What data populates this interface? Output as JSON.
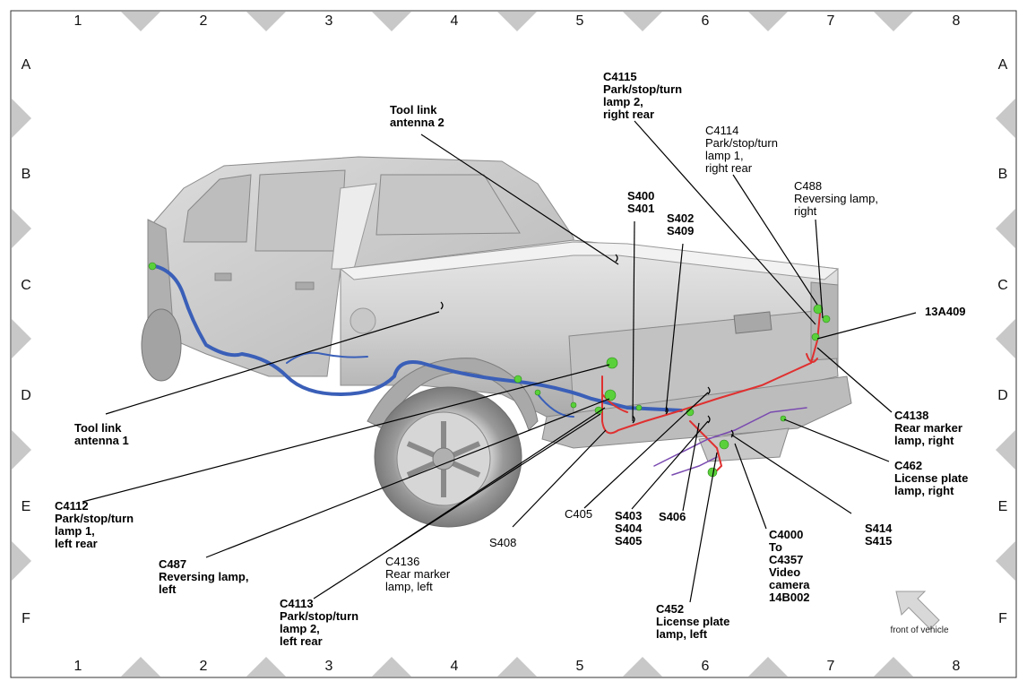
{
  "grid": {
    "columns": [
      "1",
      "2",
      "3",
      "4",
      "5",
      "6",
      "7",
      "8"
    ],
    "rows": [
      "A",
      "B",
      "C",
      "D",
      "E",
      "F"
    ]
  },
  "callouts": [
    {
      "id": "c4115",
      "lines": [
        "C4115",
        "Park/stop/turn",
        "lamp 2,",
        "right rear"
      ]
    },
    {
      "id": "toollink2",
      "lines": [
        "Tool link",
        "antenna 2"
      ]
    },
    {
      "id": "c4114",
      "lines": [
        "C4114",
        "Park/stop/turn",
        "lamp 1,",
        "right rear"
      ]
    },
    {
      "id": "c488",
      "lines": [
        "C488",
        "Reversing lamp,",
        "right"
      ]
    },
    {
      "id": "s400",
      "lines": [
        "S400",
        "S401"
      ]
    },
    {
      "id": "s402",
      "lines": [
        "S402",
        "S409"
      ]
    },
    {
      "id": "13a409",
      "lines": [
        "13A409"
      ]
    },
    {
      "id": "toollink1",
      "lines": [
        "Tool link",
        "antenna 1"
      ]
    },
    {
      "id": "c4138",
      "lines": [
        "C4138",
        "Rear marker",
        "lamp, right"
      ]
    },
    {
      "id": "c462",
      "lines": [
        "C462",
        "License plate",
        "lamp, right"
      ]
    },
    {
      "id": "c4112",
      "lines": [
        "C4112",
        "Park/stop/turn",
        "lamp 1,",
        "left rear"
      ]
    },
    {
      "id": "c405",
      "lines": [
        "C405"
      ]
    },
    {
      "id": "s403",
      "lines": [
        "S403",
        "S404",
        "S405"
      ]
    },
    {
      "id": "s406",
      "lines": [
        "S406"
      ]
    },
    {
      "id": "s414",
      "lines": [
        "S414",
        "S415"
      ]
    },
    {
      "id": "s408",
      "lines": [
        "S408"
      ]
    },
    {
      "id": "c487",
      "lines": [
        "C487",
        "Reversing lamp,",
        "left"
      ]
    },
    {
      "id": "c4136",
      "lines": [
        "C4136",
        "Rear marker",
        "lamp, left"
      ]
    },
    {
      "id": "c4000",
      "lines": [
        "C4000",
        "To",
        "C4357",
        "Video",
        "camera",
        "14B002"
      ]
    },
    {
      "id": "c4113",
      "lines": [
        "C4113",
        "Park/stop/turn",
        "lamp 2,",
        "left rear"
      ]
    },
    {
      "id": "c452",
      "lines": [
        "C452",
        "License plate",
        "lamp, left"
      ]
    }
  ],
  "front_of_vehicle": "front of vehicle",
  "colors": {
    "harness_blue": "#3a5fb8",
    "harness_red": "#e03030",
    "connector_green": "#5ad13a",
    "harness_purple": "#7a4bb0",
    "truck_body": "#c9c9c9"
  }
}
